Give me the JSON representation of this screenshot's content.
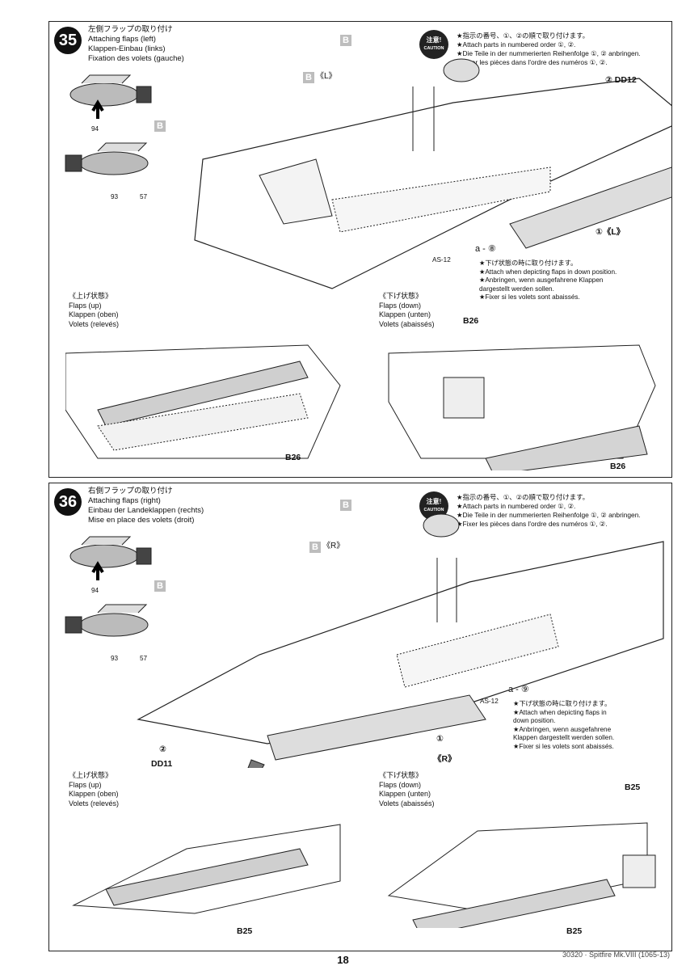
{
  "step35": {
    "number": "35",
    "title_ja": "左側フラップの取り付け",
    "title_en": "Attaching flaps (left)",
    "title_de": "Klappen-Einbau (links)",
    "title_fr": "Fixation des volets (gauche)",
    "caution_ja": "注意!",
    "caution_en": "CAUTION",
    "order_ja": "★指示の番号、①、②の順で取り付けます。",
    "order_en": "★Attach parts in numbered order ①, ②.",
    "order_de": "★Die Teile in der nummerierten Reihenfolge ①, ② anbringen.",
    "order_fr": "★Fixer les pièces dans l'ordre des numéros ①, ②.",
    "down_ja": "★下げ状態の時に取り付けます。",
    "down_en": "★Attach when depicting flaps in down position.",
    "down_de1": "★Anbringen, wenn ausgefahrene Klappen",
    "down_de2": "dargestellt werden sollen.",
    "down_fr": "★Fixer si les volets sont abaissés.",
    "up_ja": "《上げ状態》",
    "up_en": "Flaps (up)",
    "up_de": "Klappen (oben)",
    "up_fr": "Volets (relevés)",
    "dn_ja": "《下げ状態》",
    "dn_en": "Flaps (down)",
    "dn_de": "Klappen (unten)",
    "dn_fr": "Volets (abaissés)",
    "part_b": "B",
    "part_b_side": "《L》",
    "part_dd": "② DD12",
    "part_flap": "①《L》",
    "screw": "AS-12",
    "screw_ref": "a - ⑧",
    "part_94": "94",
    "part_93": "93",
    "part_57": "57",
    "b26_a": "B26",
    "b26_b": "B26",
    "b26_c": "B26"
  },
  "step36": {
    "number": "36",
    "title_ja": "右側フラップの取り付け",
    "title_en": "Attaching flaps (right)",
    "title_de": "Einbau der Landeklappen (rechts)",
    "title_fr": "Mise en place des volets (droit)",
    "caution_ja": "注意!",
    "caution_en": "CAUTION",
    "order_ja": "★指示の番号、①、②の順で取り付けます。",
    "order_en": "★Attach parts in numbered order ①, ②.",
    "order_de": "★Die Teile in der nummerierten Reihenfolge ①, ② anbringen.",
    "order_fr": "★Fixer les pièces dans l'ordre des numéros ①, ②.",
    "down_ja": "★下げ状態の時に取り付けます。",
    "down_en1": "★Attach when depicting flaps in",
    "down_en2": "down position.",
    "down_de1": "★Anbringen, wenn ausgefahrene",
    "down_de2": "Klappen dargestellt werden sollen.",
    "down_fr": "★Fixer si les volets sont abaissés.",
    "up_ja": "《上げ状態》",
    "up_en": "Flaps (up)",
    "up_de": "Klappen (oben)",
    "up_fr": "Volets (relevés)",
    "dn_ja": "《下げ状態》",
    "dn_en": "Flaps (down)",
    "dn_de": "Klappen (unten)",
    "dn_fr": "Volets (abaissés)",
    "part_b": "B",
    "part_b_side": "《R》",
    "part_dd_num": "②",
    "part_dd": "DD11",
    "part_flap_num": "①",
    "part_flap": "《R》",
    "screw": "AS-12",
    "screw_ref": "a - ⑨",
    "part_94": "94",
    "part_93": "93",
    "part_57": "57",
    "b25_a": "B25",
    "b25_b": "B25",
    "b25_c": "B25"
  },
  "page_number": "18",
  "footer": "30320 · Spitfire Mk.VIII (1065-13)"
}
